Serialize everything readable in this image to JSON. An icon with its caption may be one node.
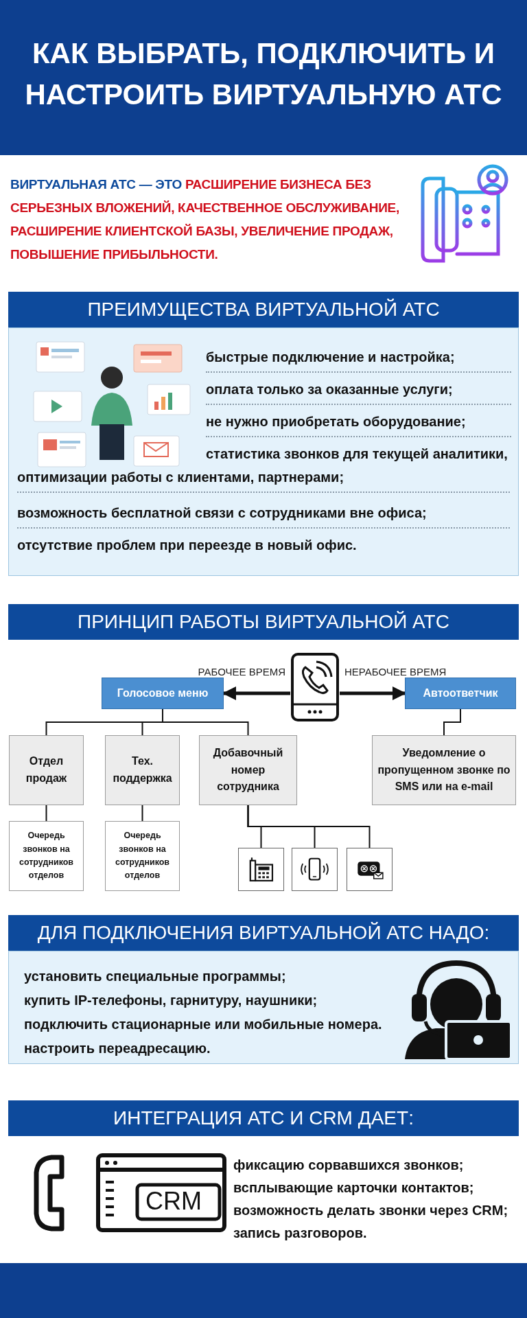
{
  "diagram": {
    "title": "КАК ВЫБРАТЬ, ПОДКЛЮЧИТЬ И НАСТРОИТЬ ВИРТУАЛЬНУЮ АТС",
    "nodes": [
      {
        "text": [
          "Голосовое меню"
        ]
      },
      {
        "text": [],
        "shape": "picture"
      },
      {
        "text": [
          "Автоответчик"
        ]
      },
      {
        "text": [
          "Отдел продаж"
        ]
      },
      {
        "text": [
          "Тех. поддержка"
        ]
      },
      {
        "text": [
          "Добавочный номер сотрудника"
        ]
      },
      {
        "text": [
          "Уведомление о пропущенном звонке по SMS или на e-mail"
        ]
      },
      {
        "text": [
          "Очередь звонков на сотрудников отделов"
        ]
      },
      {
        "text": [
          "Очередь звонков на сотрудников отделов"
        ]
      },
      {
        "text": [],
        "shape": "picture"
      },
      {
        "text": [],
        "shape": "picture"
      },
      {
        "text": [],
        "shape": "picture"
      }
    ],
    "edges": [
      {
        "from": 1,
        "to": 0,
        "arrow": "to",
        "label": "РАБОЧЕЕ ВРЕМЯ",
        "style": "thick"
      },
      {
        "from": 1,
        "to": 2,
        "arrow": "to",
        "label": "НЕРАБОЧЕЕ ВРЕМЯ",
        "style": "thick"
      },
      {
        "from": 0,
        "to": 3,
        "arrow": "none"
      },
      {
        "from": 0,
        "to": 4,
        "arrow": "none"
      },
      {
        "from": 0,
        "to": 5,
        "arrow": "none"
      },
      {
        "from": 2,
        "to": 6,
        "arrow": "none"
      },
      {
        "from": 3,
        "to": 7,
        "arrow": "none"
      },
      {
        "from": 4,
        "to": 8,
        "arrow": "none"
      },
      {
        "from": 5,
        "to": 9,
        "arrow": "none"
      },
      {
        "from": 5,
        "to": 10,
        "arrow": "none"
      },
      {
        "from": 5,
        "to": 11,
        "arrow": "none"
      }
    ],
    "labels": [
      "ВИРТУАЛЬНАЯ АТС — ЭТО",
      "РАСШИРЕНИЕ БИЗНЕСА БЕЗ СЕРЬЕЗНЫХ ВЛОЖЕНИЙ, КАЧЕСТВЕННОЕ ОБСЛУЖИВАНИЕ, РАСШИРЕНИЕ КЛИЕНТСКОЙ БАЗЫ, УВЕЛИЧЕНИЕ ПРОДАЖ, ПОВЫШЕНИЕ ПРИБЫЛЬНОСТИ.",
      "ПРЕИМУЩЕСТВА ВИРТУАЛЬНОЙ АТС",
      "быстрые подключение и настройка;",
      "оплата только за оказанные услуги;",
      "не нужно приобретать оборудование;",
      "статистика звонков для текущей аналитики, оптимизации работы с клиентами, партнерами;",
      "возможность бесплатной связи с сотрудниками вне офиса;",
      "отсутствие проблем при переезде в новый офис.",
      "ПРИНЦИП РАБОТЫ ВИРТУАЛЬНОЙ АТС",
      "ДЛЯ ПОДКЛЮЧЕНИЯ ВИРТУАЛЬНОЙ АТС НАДО:",
      "установить специальные программы;",
      "купить IP-телефоны, гарнитуру, наушники;",
      "подключить стационарные или мобильные номера.",
      "настроить переадресацию.",
      "ИНТЕГРАЦИЯ АТС И CRM ДАЕТ:",
      "CRM",
      "фиксацию сорвавшихся звонков;",
      "всплывающие карточки контактов;",
      "возможность делать звонки через CRM;",
      "запись разговоров."
    ]
  }
}
